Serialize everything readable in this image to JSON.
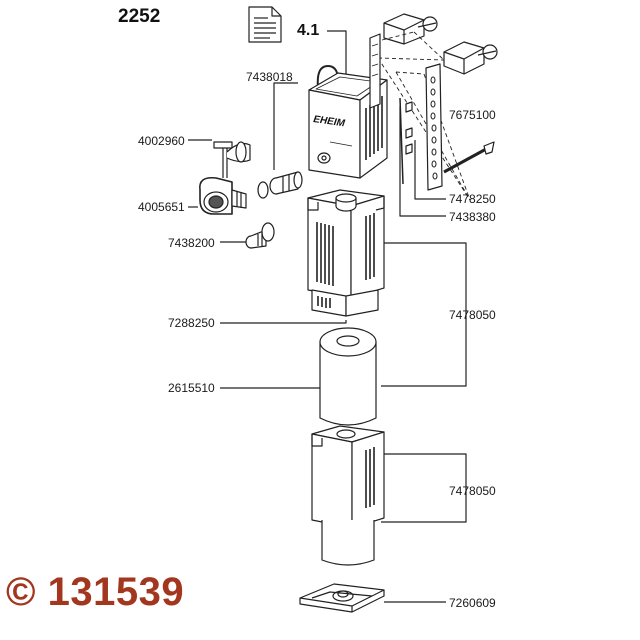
{
  "model_number": "2252",
  "section_number": "4.1",
  "icons": {
    "document": "document-icon"
  },
  "colors": {
    "line": "#222222",
    "copyright": "#a3361e"
  },
  "part_labels": {
    "p7438018": "7438018",
    "p4002960": "4002960",
    "p4005651": "4005651",
    "p7438200": "7438200",
    "p7675100": "7675100",
    "p7478250": "7478250",
    "p7438380": "7438380",
    "p7288250": "7288250",
    "p7478050_upper": "7478050",
    "p2615510": "2615510",
    "p7478050_lower": "7478050",
    "p7260609": "7260609"
  },
  "watermark": "© 131539"
}
